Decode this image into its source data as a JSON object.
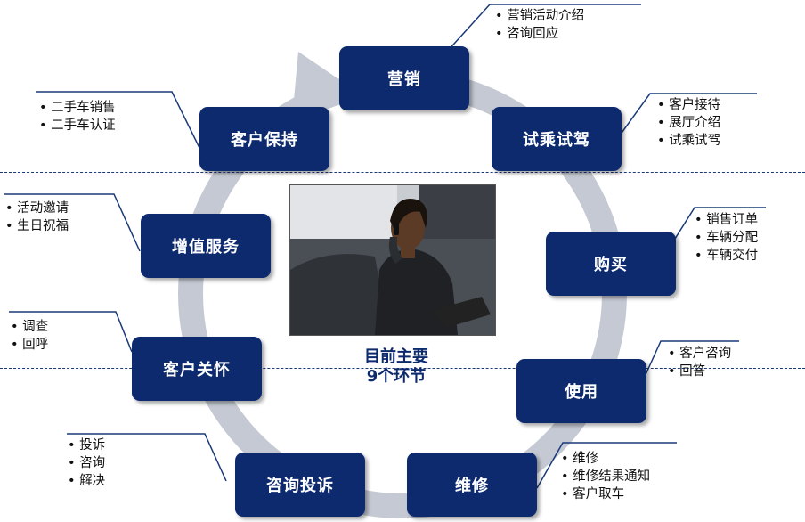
{
  "center": {
    "line1": "目前主要",
    "line2": "9个环节"
  },
  "stages": [
    {
      "id": "marketing",
      "label": "营销",
      "items": [
        "营销活动介绍",
        "咨询回应"
      ]
    },
    {
      "id": "test-drive",
      "label": "试乘试驾",
      "items": [
        "客户接待",
        "展厅介绍",
        "试乘试驾"
      ]
    },
    {
      "id": "purchase",
      "label": "购买",
      "items": [
        "销售订单",
        "车辆分配",
        "车辆交付"
      ]
    },
    {
      "id": "usage",
      "label": "使用",
      "items": [
        "客户咨询",
        "回答"
      ]
    },
    {
      "id": "repair",
      "label": "维修",
      "items": [
        "维修",
        "维修结果通知",
        "客户取车"
      ]
    },
    {
      "id": "complaint",
      "label": "咨询投诉",
      "items": [
        "投诉",
        "咨询",
        "解决"
      ]
    },
    {
      "id": "care",
      "label": "客户关怀",
      "items": [
        "调查",
        "回呼"
      ]
    },
    {
      "id": "value-added",
      "label": "增值服务",
      "items": [
        "活动邀请",
        "生日祝福"
      ]
    },
    {
      "id": "retention",
      "label": "客户保持",
      "items": [
        "二手车销售",
        "二手车认证"
      ]
    }
  ],
  "colors": {
    "box": "#0d2a6e",
    "ring": "#c5c9d3",
    "line": "#1a3a7a"
  }
}
